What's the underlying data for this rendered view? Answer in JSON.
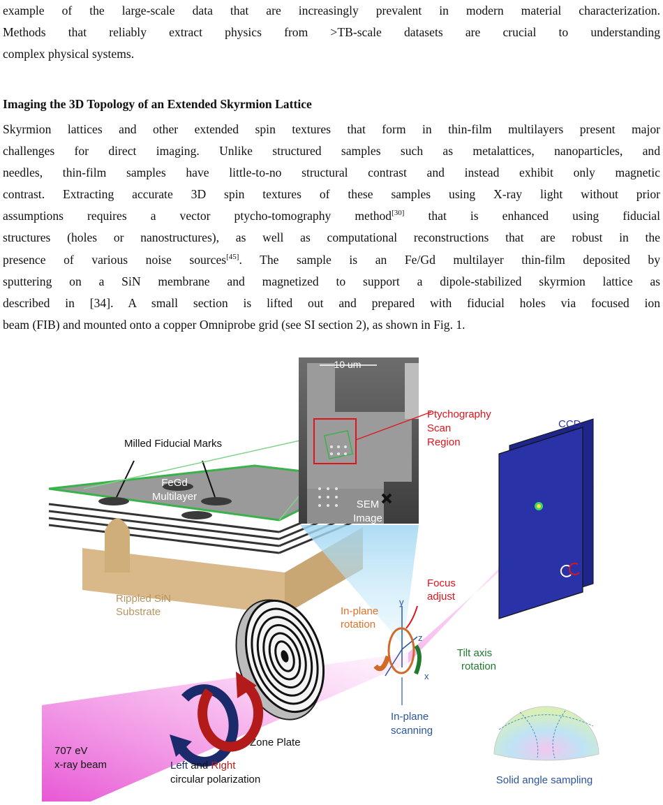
{
  "intro": {
    "lines": [
      "example of the large-scale data that are increasingly prevalent in modern material characterization.",
      "Methods that reliably extract physics from >TB-scale datasets are crucial to understanding",
      "complex physical systems."
    ]
  },
  "section": {
    "heading": "Imaging the 3D Topology of an Extended Skyrmion Lattice",
    "lines": [
      [
        "Skyrmion lattices and other extended spin textures that form in thin-film multilayers present major"
      ],
      [
        "challenges for direct imaging. Unlike structured samples such as metalattices, nanoparticles, and"
      ],
      [
        "needles, thin-film samples have little-to-no structural contrast and instead exhibit only magnetic"
      ],
      [
        "contrast. Extracting accurate 3D spin textures of these samples using X-ray light without prior"
      ],
      [
        "assumptions requires a vector ptycho-tomography method",
        "[30]",
        " that is enhanced using fiducial"
      ],
      [
        "structures (holes or nanostructures), as well as computational reconstructions that are robust in the"
      ],
      [
        "presence of various noise sources",
        "[45]",
        ". The sample is an Fe/Gd multilayer thin-film deposited by"
      ],
      [
        "sputtering on a SiN membrane and magnetized to support a dipole-stabilized skyrmion lattice as"
      ],
      [
        "described in [34]. A small section is lifted out and prepared with fiducial holes via focused ion"
      ],
      [
        "beam (FIB) and mounted onto a copper Omniprobe grid (see SI section 2), as shown in Fig. 1."
      ]
    ]
  },
  "figure": {
    "milled": "Milled Fiducial Marks",
    "fegd_1": "FeGd",
    "fegd_2": "Multilayer",
    "rippled_1": "Rippled SiN",
    "rippled_2": "Substrate",
    "scalebar": "10 um",
    "sem_1": "SEM",
    "sem_2": "Image",
    "ptycho_1": "Ptychography",
    "ptycho_2": "Scan",
    "ptycho_3": "Region",
    "ccd": "CCD",
    "focus_1": "Focus",
    "focus_2": "adjust",
    "inplane_rot_1": "In-plane",
    "inplane_rot_2": "rotation",
    "axis_y": "y",
    "axis_z": "z",
    "axis_x": "x",
    "tilt_1": "Tilt axis",
    "tilt_2": "rotation",
    "inplane_scan_1": "In-plane",
    "inplane_scan_2": "scanning",
    "zone_plate": "Zone Plate",
    "beam_1": "707 eV",
    "beam_2": "x-ray beam",
    "left": "Left",
    "and": " and ",
    "right": "Right",
    "circpol": "circular polarization",
    "solid_angle": "Solid angle sampling",
    "colors": {
      "red": "#e0141b",
      "orange": "#e0702a",
      "green": "#1f7a2e",
      "navy": "#1b2a6b",
      "tan": "#b89460",
      "ccd_blue": "#2a32a8",
      "beam_magenta": "#e64fd2"
    }
  }
}
